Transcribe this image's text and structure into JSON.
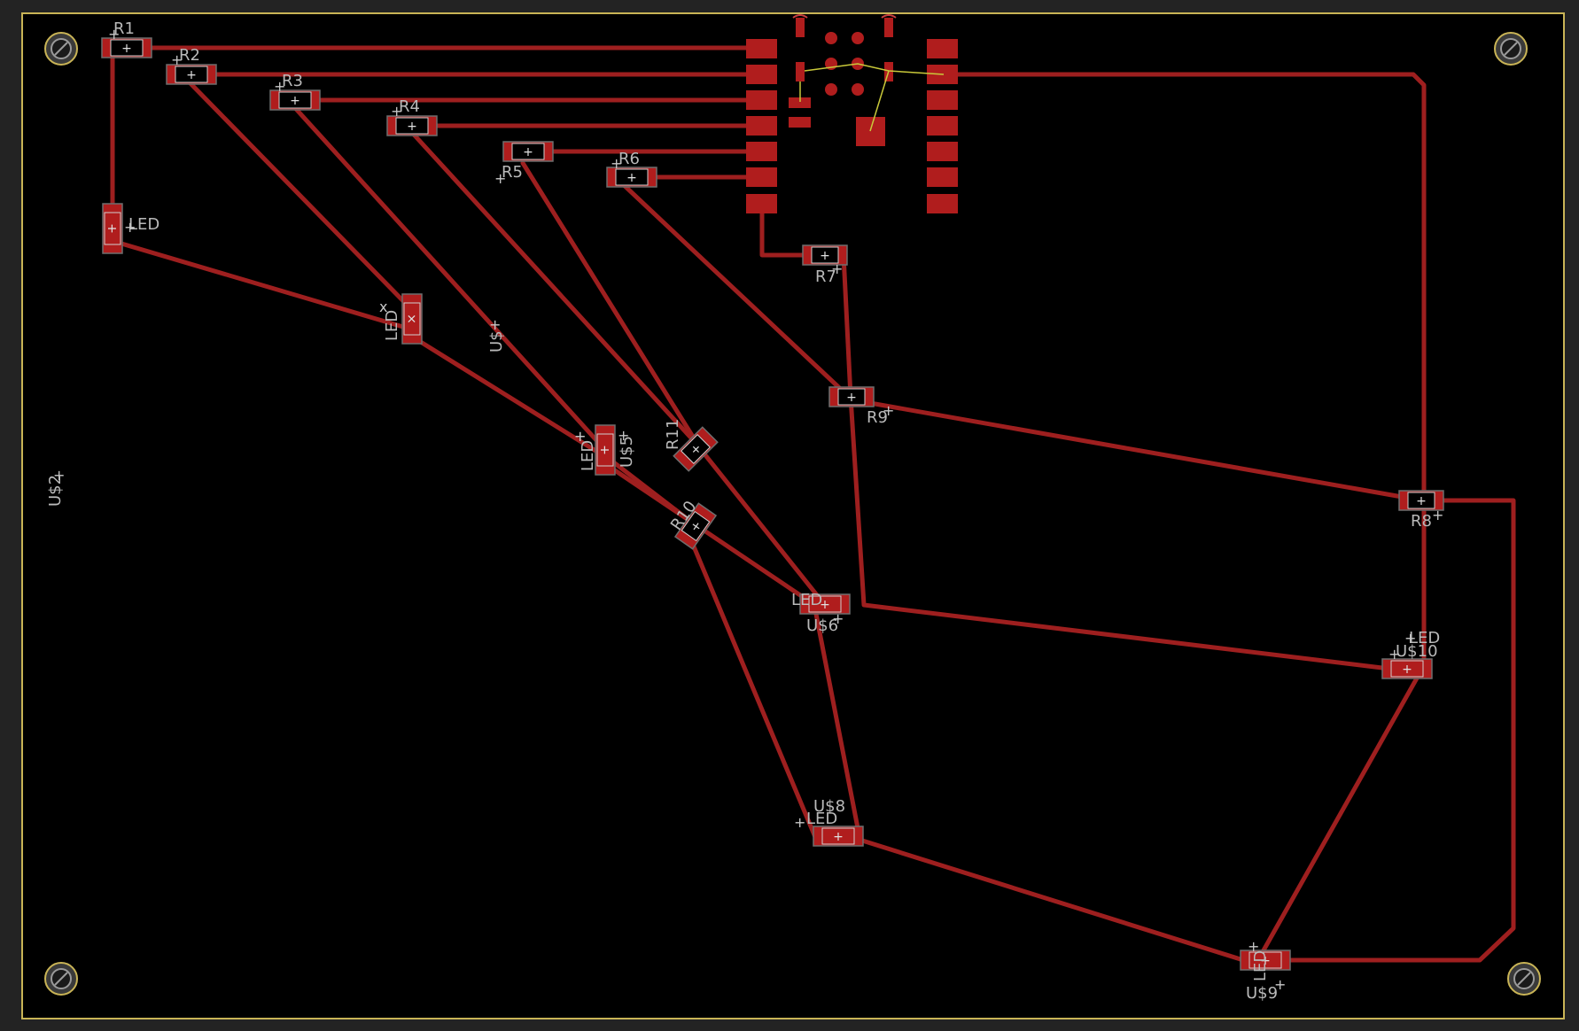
{
  "colors": {
    "background": "#000000",
    "frame": "#2b2b2b",
    "outline": "#c9b456",
    "copper": "#a01c1c",
    "trace": "#9e1f1f",
    "airwire": "#c9c93a",
    "label": "#b9b9b9"
  },
  "labels": {
    "R1": "R1",
    "R2": "R2",
    "R3": "R3",
    "R4": "R4",
    "R5": "R5",
    "R6": "R6",
    "R7": "R7",
    "R8": "R8",
    "R9": "R9",
    "R10": "R10",
    "R11": "R11",
    "LED_left": "LED",
    "LED_mid": "LED",
    "US_left": "U$2",
    "US_mid": "U$",
    "LED_center": "LED",
    "US5": "U$5",
    "US6": "U$6",
    "LED6": "LED",
    "US8": "U$8",
    "LED8": "LED",
    "US9": "U$9",
    "LED9": "LED",
    "US10": "U$10",
    "LED10": "LED"
  },
  "mount_holes": [
    "mount-hole-top-left",
    "mount-hole-top-right",
    "mount-hole-bottom-left",
    "mount-hole-bottom-right"
  ],
  "icons": [
    "mount-hole-icon",
    "smd-pad-icon",
    "via-icon"
  ]
}
